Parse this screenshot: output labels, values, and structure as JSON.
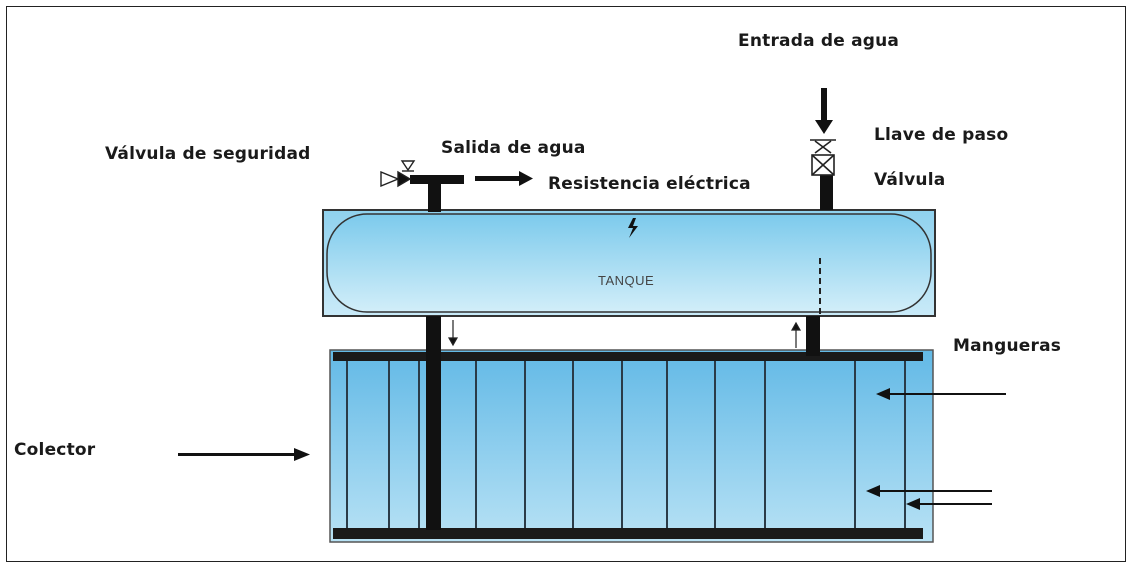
{
  "labels": {
    "water_inlet": "Entrada de agua",
    "stopcock": "Llave de paso",
    "valve": "Válvula",
    "safety_valve": "Válvula de seguridad",
    "water_outlet": "Salida de agua",
    "heating_element": "Resistencia eléctrica",
    "tank": "TANQUE",
    "hoses": "Mangueras",
    "collector": "Colector"
  },
  "colors": {
    "tank_fill": "#a9dcf2",
    "collector_fill": "#7fc8ea",
    "pipe": "#111111",
    "outline": "#333333"
  }
}
